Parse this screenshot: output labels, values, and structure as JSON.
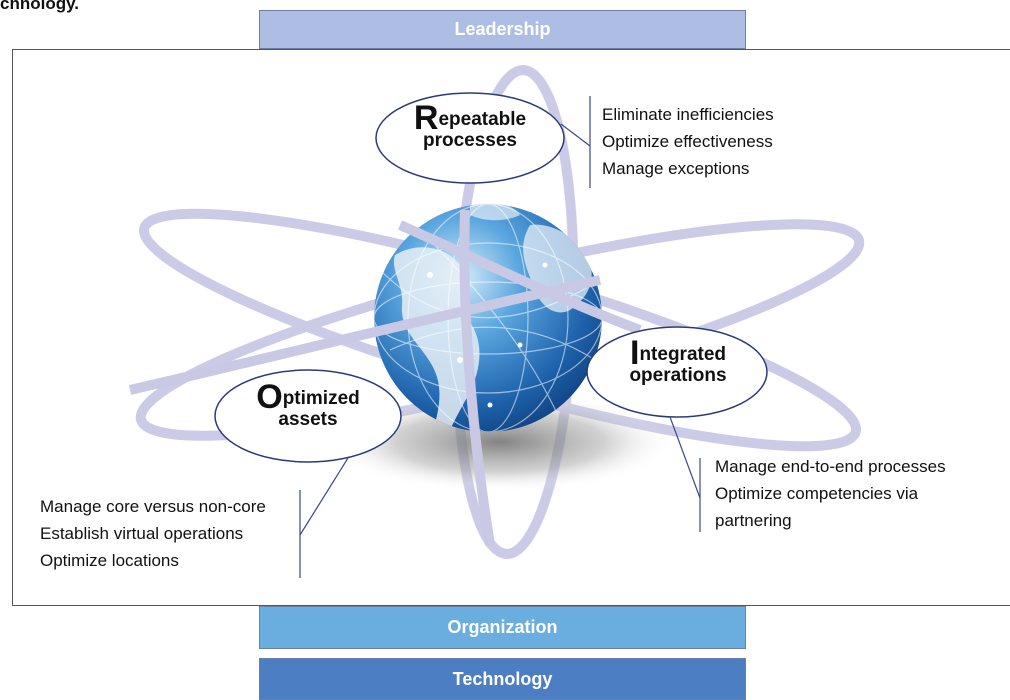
{
  "caption_fragment": "chnology.",
  "bands": {
    "top": "Leadership",
    "middle": "Organization",
    "bottom": "Technology"
  },
  "nodes": {
    "repeatable": {
      "initial": "R",
      "line1_rest": "epeatable",
      "line2": "processes",
      "items": [
        "Eliminate inefficiencies",
        "Optimize effectiveness",
        "Manage exceptions"
      ]
    },
    "integrated": {
      "initial": "I",
      "line1_rest": "ntegrated",
      "line2": "operations",
      "items": [
        "Manage end-to-end processes",
        "Optimize competencies via",
        "partnering"
      ]
    },
    "optimized": {
      "initial": "O",
      "line1_rest": "ptimized",
      "line2": "assets",
      "items": [
        "Manage core versus non-core",
        "Establish virtual operations",
        "Optimize locations"
      ]
    }
  },
  "colors": {
    "leadership": "#aebde4",
    "organization": "#6aaee0",
    "technology": "#4b7ec2",
    "orbit": "#c9c9e6",
    "globe_ocean": "#2f7fc4",
    "globe_land": "#e6eef6",
    "connector": "#3a4a8a"
  },
  "icons": {
    "center": "globe-icon"
  }
}
